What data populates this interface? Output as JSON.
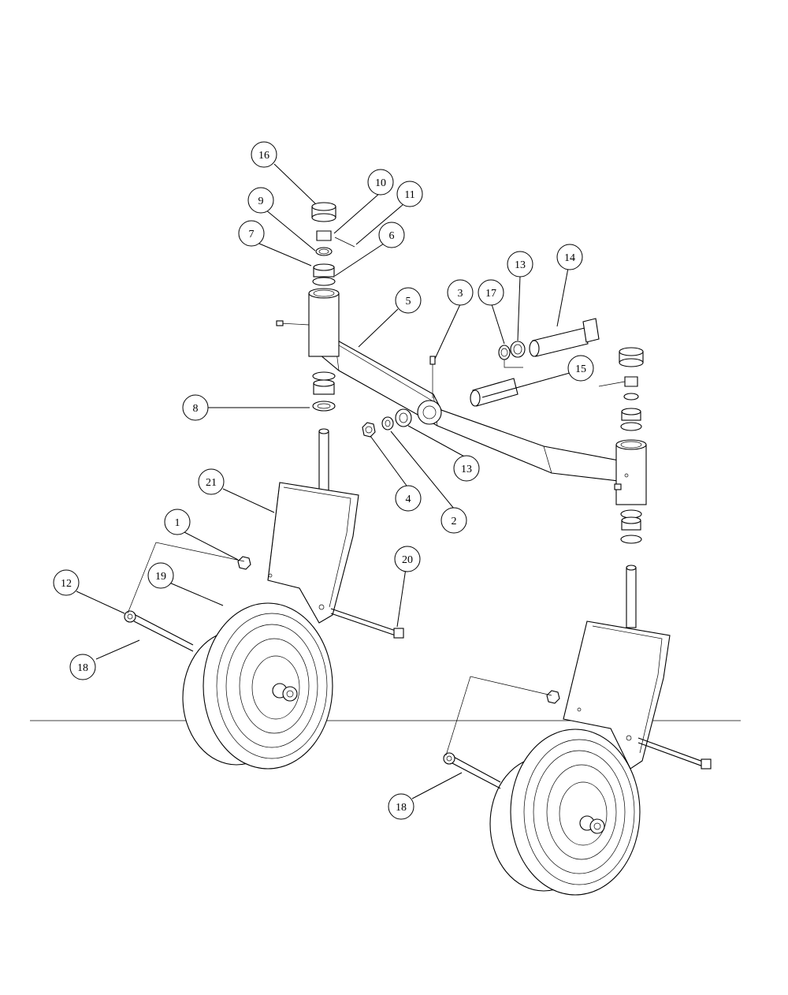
{
  "diagram": {
    "type": "exploded-parts-diagram",
    "callouts": [
      {
        "id": "c16",
        "label": "16"
      },
      {
        "id": "c10",
        "label": "10"
      },
      {
        "id": "c11",
        "label": "11"
      },
      {
        "id": "c9",
        "label": "9"
      },
      {
        "id": "c7",
        "label": "7"
      },
      {
        "id": "c6",
        "label": "6"
      },
      {
        "id": "c5",
        "label": "5"
      },
      {
        "id": "c3",
        "label": "3"
      },
      {
        "id": "c17",
        "label": "17"
      },
      {
        "id": "c13a",
        "label": "13"
      },
      {
        "id": "c14",
        "label": "14"
      },
      {
        "id": "c15",
        "label": "15"
      },
      {
        "id": "c8",
        "label": "8"
      },
      {
        "id": "c13b",
        "label": "13"
      },
      {
        "id": "c4",
        "label": "4"
      },
      {
        "id": "c2",
        "label": "2"
      },
      {
        "id": "c21",
        "label": "21"
      },
      {
        "id": "c1",
        "label": "1"
      },
      {
        "id": "c20",
        "label": "20"
      },
      {
        "id": "c12",
        "label": "12"
      },
      {
        "id": "c19",
        "label": "19"
      },
      {
        "id": "c18a",
        "label": "18"
      },
      {
        "id": "c18b",
        "label": "18"
      }
    ]
  }
}
